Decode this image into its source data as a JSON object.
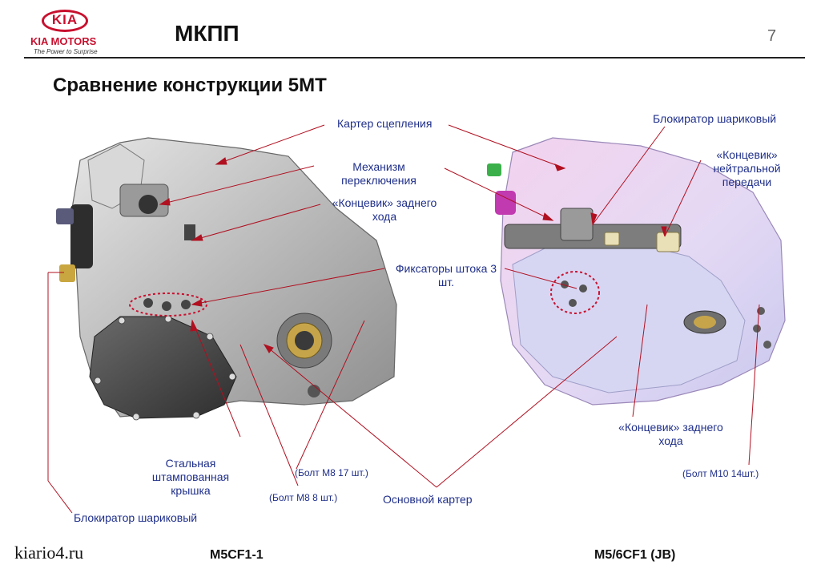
{
  "header": {
    "logo_brand": "KIA",
    "logo_motors": "KIA MOTORS",
    "logo_tagline": "The Power to Surprise",
    "title": "МКПП",
    "page_number": "7"
  },
  "subtitle": "Сравнение конструкции 5МТ",
  "labels": {
    "clutch_housing": "Картер сцепления",
    "shift_mechanism_1": "Механизм",
    "shift_mechanism_2": "переключения",
    "reverse_switch_1": "«Концевик» заднего",
    "reverse_switch_2": "хода",
    "rod_detents_1": "Фиксаторы штока 3",
    "rod_detents_2": "шт.",
    "ball_lock_right": "Блокиратор шариковый",
    "neutral_switch_1": "«Концевик»",
    "neutral_switch_2": "нейтральной",
    "neutral_switch_3": "передачи",
    "steel_cover_1": "Стальная",
    "steel_cover_2": "штампованная",
    "steel_cover_3": "крышка",
    "bolt_m8_17": "(Болт М8 17 шт.)",
    "bolt_m8_8": "(Болт М8 8 шт.)",
    "main_housing": "Основной картер",
    "ball_lock_left": "Блокиратор шариковый",
    "reverse_switch_r_1": "«Концевик» заднего",
    "reverse_switch_r_2": "хода",
    "bolt_m10_14": "(Болт М10 14шт.)"
  },
  "footer": {
    "left_model": "M5CF1-1",
    "right_model": "M5/6CF1 (JB)",
    "watermark": "kiario4.ru"
  },
  "colors": {
    "brand_red": "#c8102e",
    "label_blue": "#1f2f8a",
    "leader_red": "#b01020"
  }
}
